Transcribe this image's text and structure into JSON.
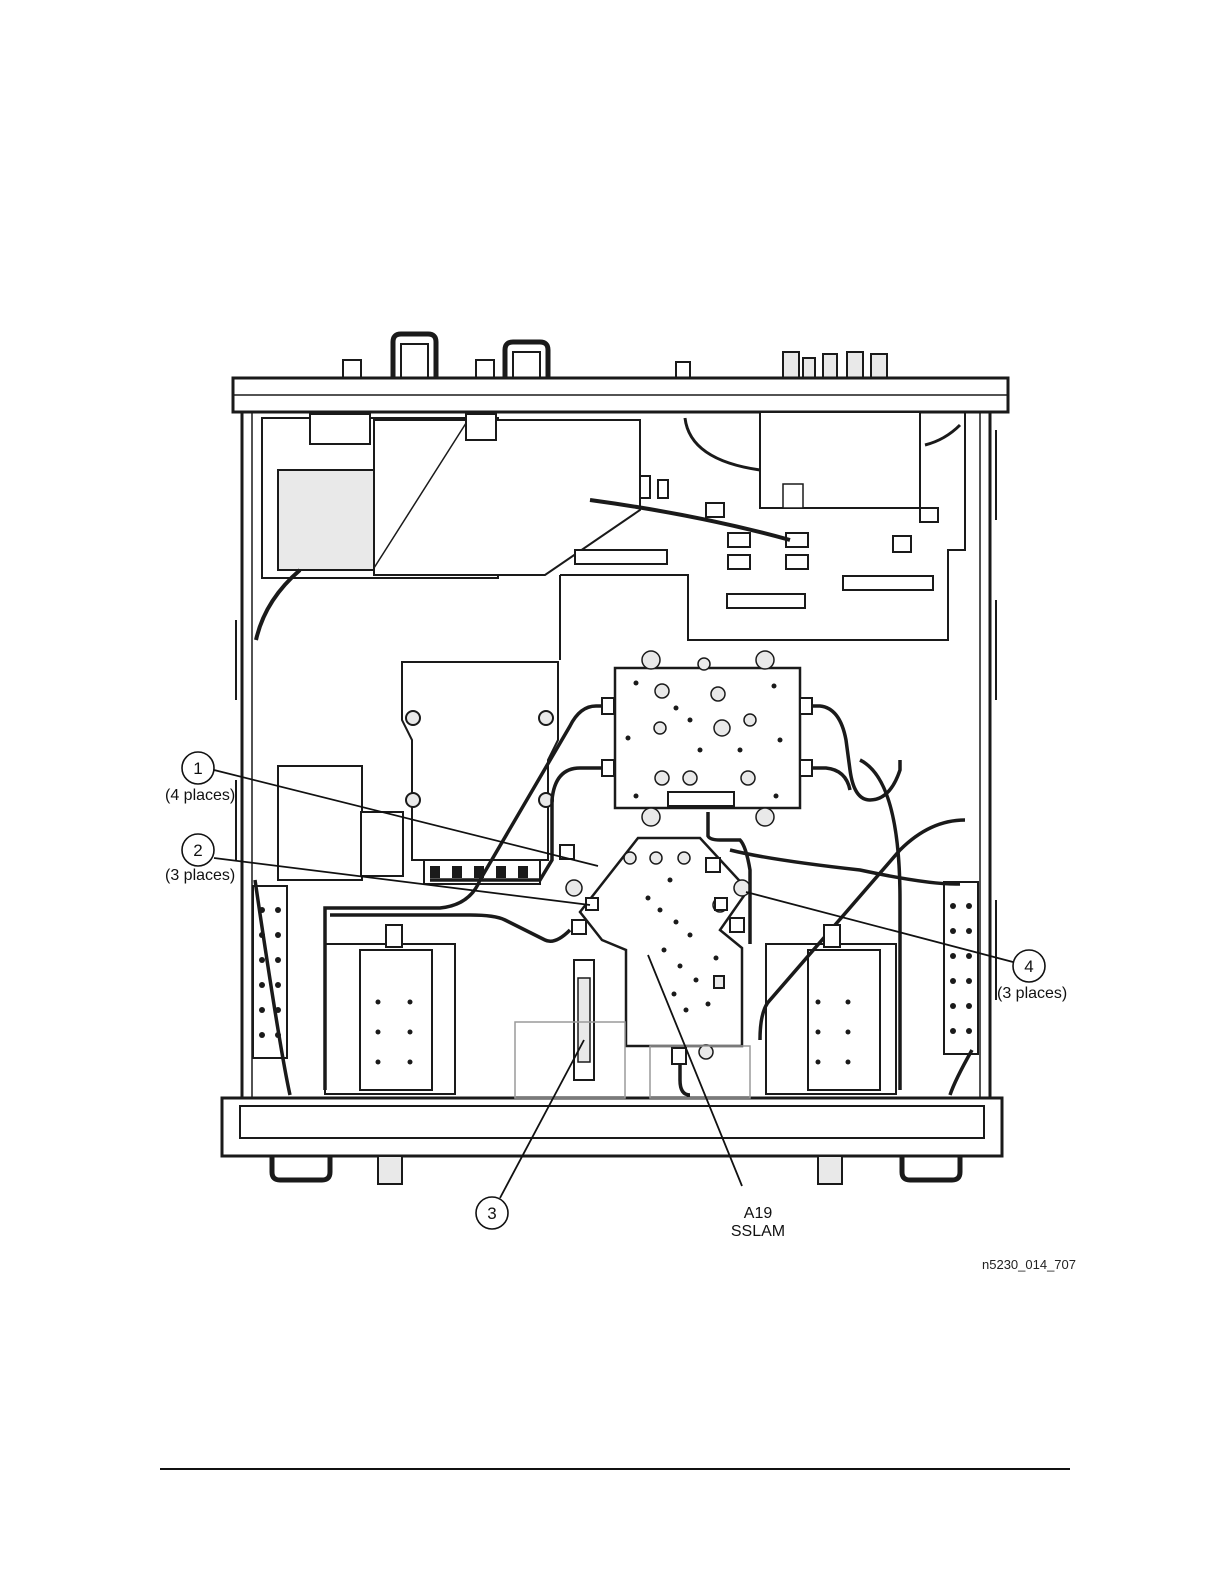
{
  "figure": {
    "callouts": [
      {
        "id": "1",
        "note": "(4 places)"
      },
      {
        "id": "2",
        "note": "(3 places)"
      },
      {
        "id": "3",
        "note": ""
      },
      {
        "id": "4",
        "note": "(3 places)"
      }
    ],
    "part_label": {
      "line1": "A19",
      "line2": "SSLAM"
    },
    "figure_id": "n5230_014_707"
  },
  "colors": {
    "line": "#1a1a1a",
    "panel": "#e9e9e9",
    "paper": "#ffffff"
  }
}
